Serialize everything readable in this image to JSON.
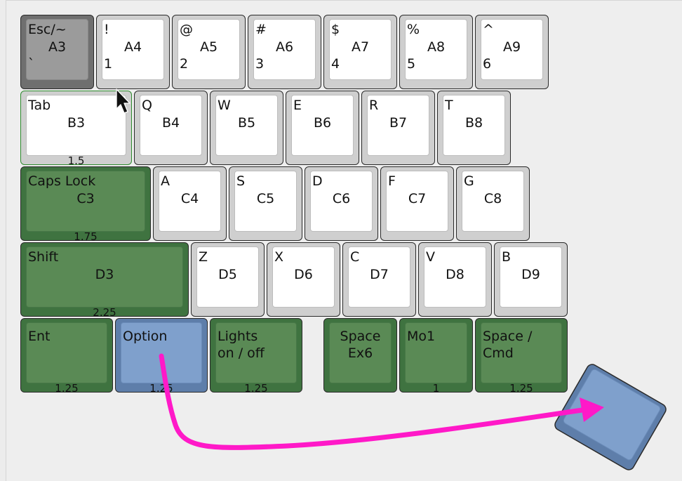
{
  "keys": {
    "esc": {
      "top": "Esc/~",
      "mid": "A3",
      "bottom": "`"
    },
    "k1": {
      "top": "!",
      "mid": "A4",
      "bottom": "1"
    },
    "k2": {
      "top": "@",
      "mid": "A5",
      "bottom": "2"
    },
    "k3": {
      "top": "#",
      "mid": "A6",
      "bottom": "3"
    },
    "k4": {
      "top": "$",
      "mid": "A7",
      "bottom": "4"
    },
    "k5": {
      "top": "%",
      "mid": "A8",
      "bottom": "5"
    },
    "k6": {
      "top": "^",
      "mid": "A9",
      "bottom": "6"
    },
    "tab": {
      "top": "Tab",
      "mid": "B3",
      "width": "1.5"
    },
    "q": {
      "top": "Q",
      "mid": "B4"
    },
    "w": {
      "top": "W",
      "mid": "B5"
    },
    "e": {
      "top": "E",
      "mid": "B6"
    },
    "r": {
      "top": "R",
      "mid": "B7"
    },
    "t": {
      "top": "T",
      "mid": "B8"
    },
    "caps": {
      "top": "Caps Lock",
      "mid": "C3",
      "width": "1.75"
    },
    "a": {
      "top": "A",
      "mid": "C4"
    },
    "s": {
      "top": "S",
      "mid": "C5"
    },
    "d": {
      "top": "D",
      "mid": "C6"
    },
    "f": {
      "top": "F",
      "mid": "C7"
    },
    "g": {
      "top": "G",
      "mid": "C8"
    },
    "shift": {
      "top": "Shift",
      "mid": "D3",
      "width": "2.25"
    },
    "z": {
      "top": "Z",
      "mid": "D5"
    },
    "x": {
      "top": "X",
      "mid": "D6"
    },
    "c": {
      "top": "C",
      "mid": "D7"
    },
    "v": {
      "top": "V",
      "mid": "D8"
    },
    "b": {
      "top": "B",
      "mid": "D9"
    },
    "ent": {
      "top": "Ent",
      "width": "1.25"
    },
    "option": {
      "top": "Option",
      "width": "1.25"
    },
    "lights": {
      "top": "Lights\non / off",
      "width": "1.25"
    },
    "space1": {
      "top": "Space\nEx6"
    },
    "mo1": {
      "top": "Mo1",
      "width": "1"
    },
    "space2": {
      "top": "Space /\nCmd",
      "width": "1.25"
    }
  },
  "colors": {
    "green_key": "#5a8a55",
    "blue_key": "#7fa0cc",
    "drag_arrow": "#ff19c8"
  }
}
